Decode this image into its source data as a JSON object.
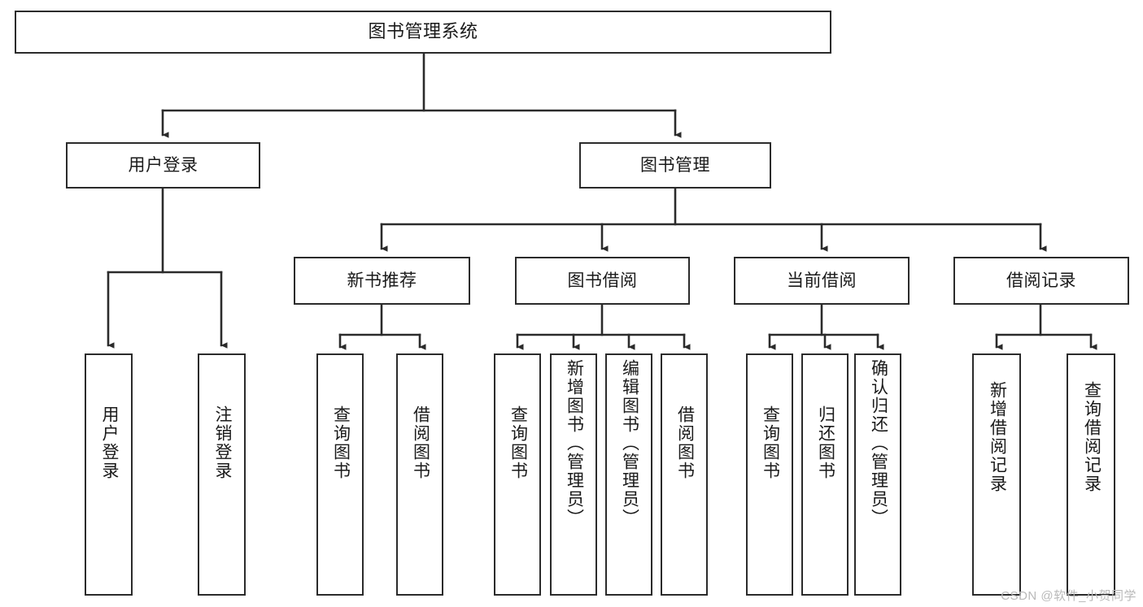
{
  "diagram": {
    "type": "tree-hierarchy",
    "title": "图书管理系统",
    "orientation": "top-down",
    "nodes": {
      "root": {
        "label": "图书管理系统"
      },
      "level1": [
        {
          "id": "user-login",
          "label": "用户登录"
        },
        {
          "id": "book-manage",
          "label": "图书管理"
        }
      ],
      "level2": [
        {
          "id": "new-book-recommend",
          "label": "新书推荐",
          "parent": "book-manage"
        },
        {
          "id": "book-borrow",
          "label": "图书借阅",
          "parent": "book-manage"
        },
        {
          "id": "current-borrow",
          "label": "当前借阅",
          "parent": "book-manage"
        },
        {
          "id": "borrow-record",
          "label": "借阅记录",
          "parent": "book-manage"
        }
      ],
      "leaves": [
        {
          "id": "leaf-user-login",
          "label": "用户登录",
          "parent": "user-login"
        },
        {
          "id": "leaf-logout",
          "label": "注销登录",
          "parent": "user-login"
        },
        {
          "id": "leaf-query-book-1",
          "label": "查询图书",
          "parent": "new-book-recommend"
        },
        {
          "id": "leaf-borrow-book-1",
          "label": "借阅图书",
          "parent": "new-book-recommend"
        },
        {
          "id": "leaf-query-book-2",
          "label": "查询图书",
          "parent": "book-borrow"
        },
        {
          "id": "leaf-add-book",
          "label": "新增图书（管理员）",
          "parent": "book-borrow"
        },
        {
          "id": "leaf-edit-book",
          "label": "编辑图书（管理员）",
          "parent": "book-borrow"
        },
        {
          "id": "leaf-borrow-book-2",
          "label": "借阅图书",
          "parent": "book-borrow"
        },
        {
          "id": "leaf-query-book-3",
          "label": "查询图书",
          "parent": "current-borrow"
        },
        {
          "id": "leaf-return-book",
          "label": "归还图书",
          "parent": "current-borrow"
        },
        {
          "id": "leaf-confirm-return",
          "label": "确认归还（管理员）",
          "parent": "current-borrow"
        },
        {
          "id": "leaf-add-record",
          "label": "新增借阅记录",
          "parent": "borrow-record"
        },
        {
          "id": "leaf-query-record",
          "label": "查询借阅记录",
          "parent": "borrow-record"
        }
      ]
    },
    "watermark": "CSDN @软件_小贺同学",
    "colors": {
      "stroke": "#2b2b2b",
      "fill": "#ffffff",
      "text": "#1a1a1a",
      "watermark": "#b9b9b9"
    }
  }
}
